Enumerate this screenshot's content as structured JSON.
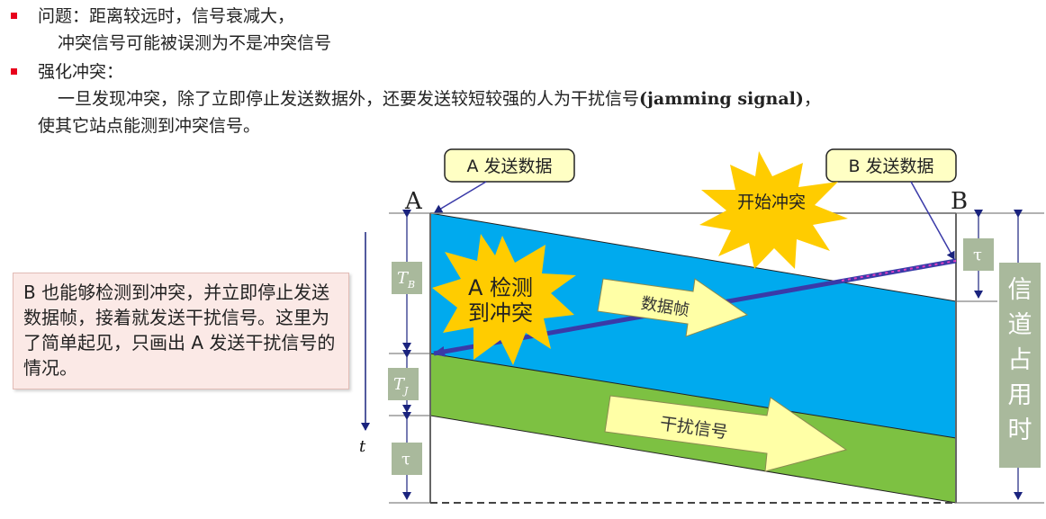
{
  "bullets": [
    {
      "line1": "问题：距离较远时，信号衰减大，",
      "line2": "冲突信号可能被误测为不是冲突信号"
    },
    {
      "line1": "强化冲突：",
      "line2": "一旦发现冲突，除了立即停止发送数据外，还要发送较短较强的人为干扰信号",
      "line2_bold": "(jamming signal)",
      "line2_tail": "，",
      "line3": "使其它站点能测到冲突信号。"
    }
  ],
  "note": "B 也能够检测到冲突，并立即停止发送数据帧，接着就发送干扰信号。这里为了简单起见，只画出 A 发送干扰信号的情况。",
  "diagram": {
    "station_a": "A",
    "station_b": "B",
    "callout_a_send": "A 发送数据",
    "callout_b_send": "B 发送数据",
    "burst_start": "开始冲突",
    "burst_detect_line1": "A 检测",
    "burst_detect_line2": "到冲突",
    "arrow_data": "数据帧",
    "arrow_jam": "干扰信号",
    "label_tb": "T",
    "label_tb_sub": "B",
    "label_tj": "T",
    "label_tj_sub": "J",
    "label_tau_left": "τ",
    "label_tau_right": "τ",
    "time_axis": "t",
    "channel_time": "信道占用时间"
  },
  "colors": {
    "bullet": "#e8001c",
    "data_band": "#00aaee",
    "jam_band": "#7dc142",
    "label_box": "#a9b99c",
    "callout_fill": "#ffffc4",
    "burst_fill": "#ffcc00",
    "b_line": "#3a3aa8"
  }
}
